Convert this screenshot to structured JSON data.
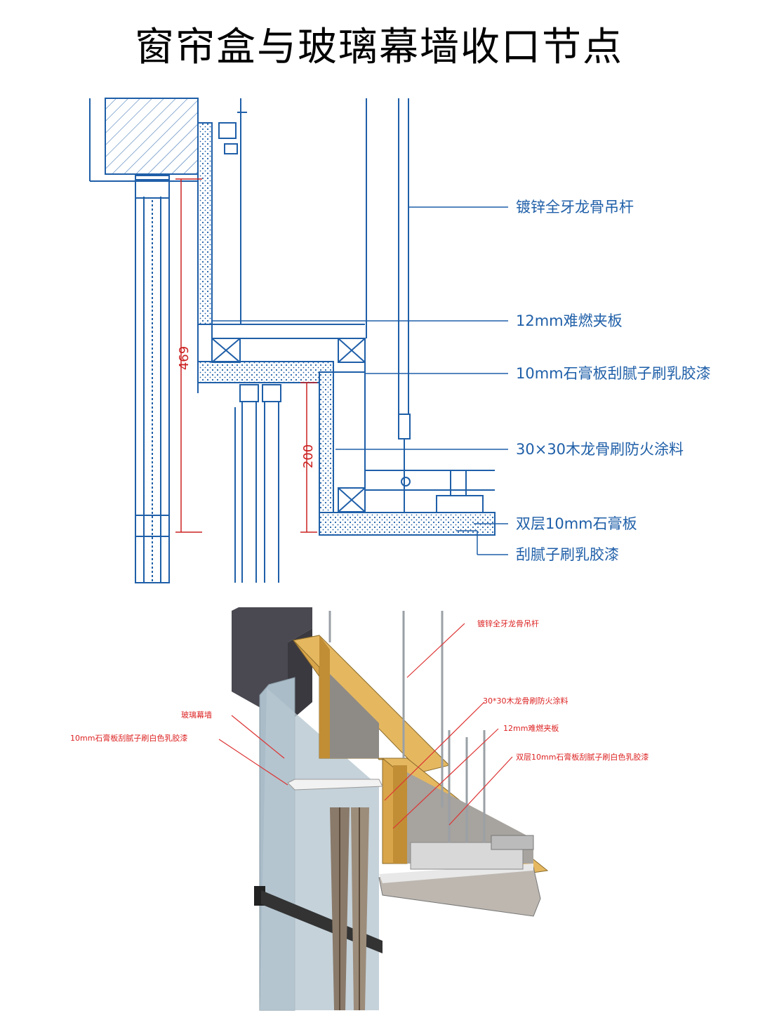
{
  "title": "窗帘盒与玻璃幕墙收口节点",
  "section_drawing": {
    "labels": {
      "rod": "镀锌全牙龙骨吊杆",
      "fire_board": "12mm难燃夹板",
      "gypsum_paint": "10mm石膏板刮腻子刷乳胶漆",
      "wood_keel": "30×30木龙骨刷防火涂料",
      "double_gypsum": "双层10mm石膏板",
      "putty_paint": "刮腻子刷乳胶漆"
    },
    "dimensions": {
      "overall": "469",
      "box_depth": "200"
    }
  },
  "iso_drawing": {
    "labels": {
      "rod": "镀锌全牙龙骨吊杆",
      "glass_wall": "玻璃幕墙",
      "wood_keel": "30*30木龙骨刷防火涂料",
      "gypsum_white_paint": "10mm石膏板刮腻子刷白色乳胶漆",
      "fire_board": "12mm难燃夹板",
      "double_gypsum_white_paint": "双层10mm石膏板刮腻子刷白色乳胶漆"
    }
  },
  "colors": {
    "cad_line": "#1f5fa8",
    "dimension": "#cc2222",
    "wood": "#d9a54a",
    "concrete": "#4a4850",
    "glass": "#a9bcc8"
  }
}
